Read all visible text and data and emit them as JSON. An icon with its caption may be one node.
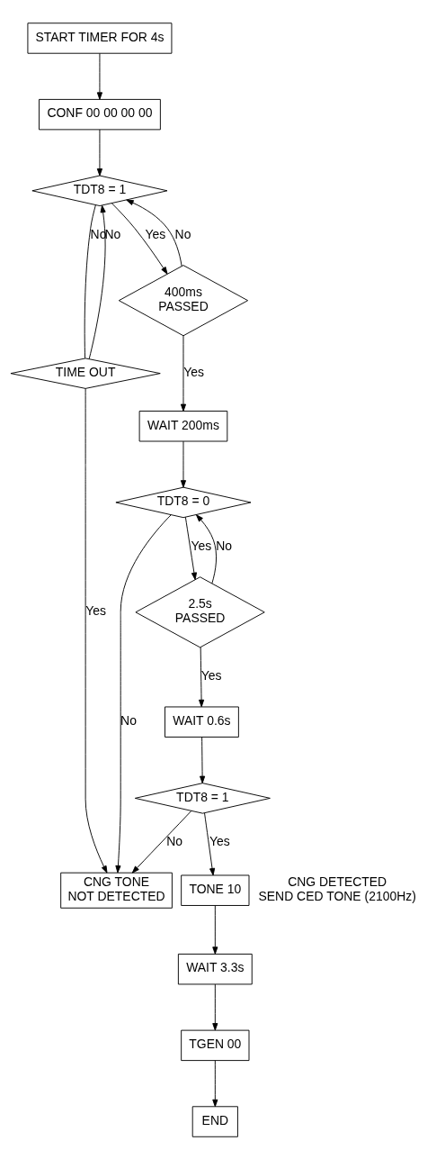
{
  "diagram": {
    "nodes": [
      {
        "text": [
          "START TIMER FOR 4s"
        ]
      },
      {
        "text": [
          "CONF 00 00 00 00"
        ]
      },
      {
        "text": [
          "TDT8 = 1"
        ]
      },
      {
        "text": [
          "TIME OUT"
        ]
      },
      {
        "text": [
          "400ms PASSED"
        ]
      },
      {
        "text": [
          "WAIT 200ms"
        ]
      },
      {
        "text": [
          "TDT8 = 0"
        ]
      },
      {
        "text": [
          "2.5s PASSED"
        ]
      },
      {
        "text": [
          "WAIT 0.6s"
        ]
      },
      {
        "text": [
          "TDT8 = 1"
        ]
      },
      {
        "text": [
          "CNG TONE NOT DETECTED"
        ]
      },
      {
        "text": [
          "TONE 10"
        ],
        "beside": [
          "CNG DETECTED",
          "SEND CED TONE (2100Hz)"
        ]
      },
      {
        "text": [
          "WAIT 3.3s"
        ]
      },
      {
        "text": [
          "TGEN 00"
        ]
      },
      {
        "text": [
          "END"
        ]
      }
    ],
    "edges": [
      {
        "from": 0,
        "to": 1,
        "arrow": "to"
      },
      {
        "from": 1,
        "to": 2,
        "arrow": "to"
      },
      {
        "from": 2,
        "to": 3,
        "label": "No",
        "arrow": "none"
      },
      {
        "from": 3,
        "to": 2,
        "label": "No",
        "arrow": "to"
      },
      {
        "from": 2,
        "to": 4,
        "label": "Yes",
        "arrow": "to"
      },
      {
        "from": 4,
        "to": 2,
        "label": "No",
        "arrow": "to"
      },
      {
        "from": 4,
        "to": 5,
        "label": "Yes",
        "arrow": "to"
      },
      {
        "from": 3,
        "to": 10,
        "label": "Yes",
        "arrow": "to"
      },
      {
        "from": 5,
        "to": 6,
        "arrow": "to"
      },
      {
        "from": 6,
        "to": 10,
        "label": "No",
        "arrow": "to"
      },
      {
        "from": 6,
        "to": 7,
        "label": "Yes",
        "arrow": "to"
      },
      {
        "from": 7,
        "to": 6,
        "label": "No",
        "arrow": "to"
      },
      {
        "from": 7,
        "to": 8,
        "label": "Yes",
        "arrow": "to"
      },
      {
        "from": 8,
        "to": 9,
        "arrow": "to"
      },
      {
        "from": 9,
        "to": 10,
        "label": "No",
        "arrow": "to"
      },
      {
        "from": 9,
        "to": 11,
        "label": "Yes",
        "arrow": "to"
      },
      {
        "from": 11,
        "to": 12,
        "arrow": "to"
      },
      {
        "from": 12,
        "to": 13,
        "arrow": "to"
      },
      {
        "from": 13,
        "to": 14,
        "arrow": "to"
      }
    ]
  }
}
